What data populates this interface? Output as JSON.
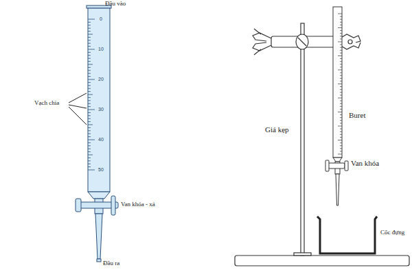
{
  "diagram": {
    "labels": [
      "Đầu vào",
      "0",
      "10",
      "20",
      "30",
      "40",
      "50",
      "Vạch chia",
      "Van khóa - xả",
      "Đầu ra",
      "Giá kẹp",
      "Buret",
      "Van khóa",
      "Cốc đựng"
    ]
  }
}
